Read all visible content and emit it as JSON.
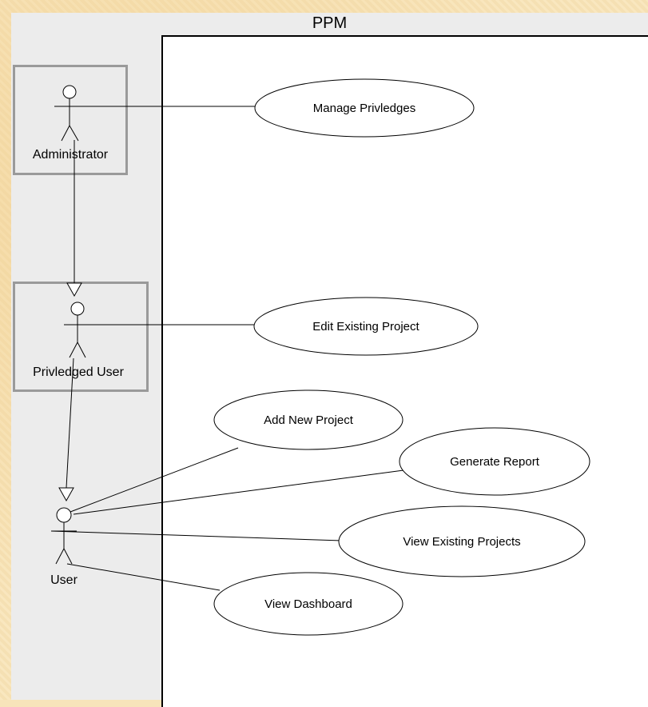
{
  "system": {
    "title": "PPM"
  },
  "actors": {
    "administrator": "Administrator",
    "privileged_user": "Privledged User",
    "user": "User"
  },
  "use_cases": {
    "manage_privileges": "Manage Privledges",
    "edit_existing_project": "Edit Existing Project",
    "add_new_project": "Add New Project",
    "generate_report": "Generate Report",
    "view_existing_projects": "View Existing Projects",
    "view_dashboard": "View Dashboard"
  }
}
